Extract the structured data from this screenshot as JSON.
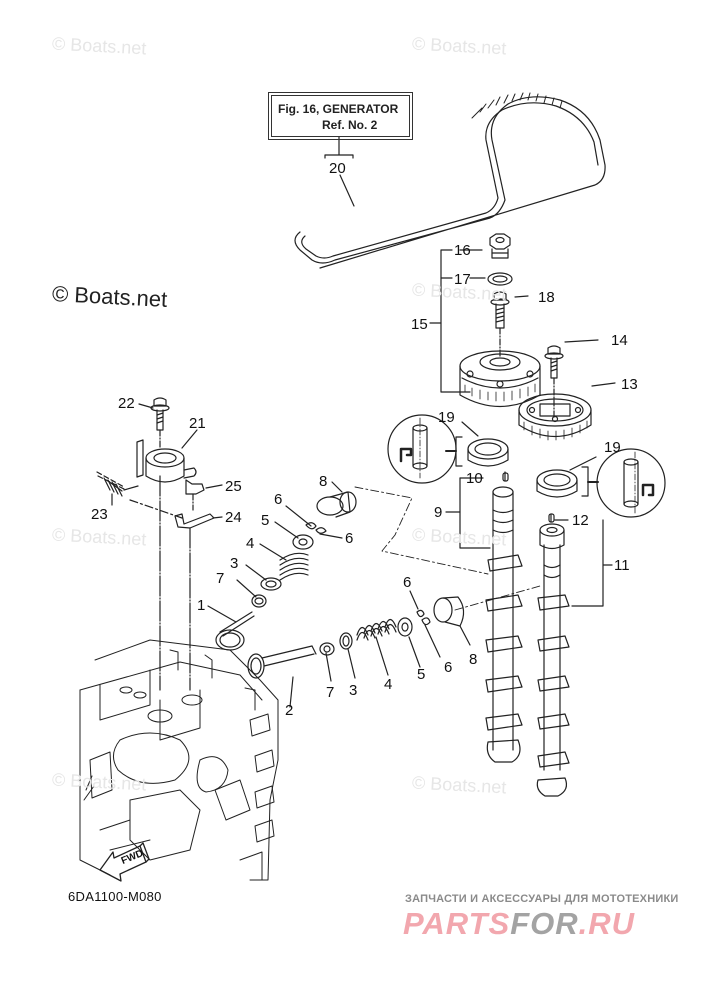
{
  "diagram": {
    "title": "Camshaft / Valve assembly exploded view",
    "diagram_code": "6DA1100-M080",
    "reference_box": {
      "line1": "Fig. 16, GENERATOR",
      "line2": "Ref. No. 2"
    },
    "fwd_label": "FWD",
    "watermarks": [
      "© Boats.net",
      "© Boats.net",
      "© Boats.net",
      "© Boats.net",
      "© Boats.net",
      "© Boats.net",
      "© Boats.net",
      "© Boats.net"
    ],
    "callouts": {
      "c1": "1",
      "c2": "2",
      "c3a": "3",
      "c3b": "3",
      "c4a": "4",
      "c4b": "4",
      "c5a": "5",
      "c5b": "5",
      "c6a": "6",
      "c6b": "6",
      "c6c": "6",
      "c6d": "6",
      "c7a": "7",
      "c7b": "7",
      "c8a": "8",
      "c8b": "8",
      "c9": "9",
      "c10": "10",
      "c11": "11",
      "c12": "12",
      "c13": "13",
      "c14": "14",
      "c15": "15",
      "c16": "16",
      "c17": "17",
      "c18": "18",
      "c19a": "19",
      "c19b": "19",
      "c20": "20",
      "c21": "21",
      "c22": "22",
      "c23": "23",
      "c24": "24",
      "c25": "25"
    }
  },
  "footer": {
    "ru_tagline": "ЗАПЧАСТИ И АКСЕССУАРЫ ДЛЯ МОТОТЕХНИКИ",
    "brand_part1": "PARTS",
    "brand_part2": "FOR",
    "brand_part3": ".RU"
  }
}
